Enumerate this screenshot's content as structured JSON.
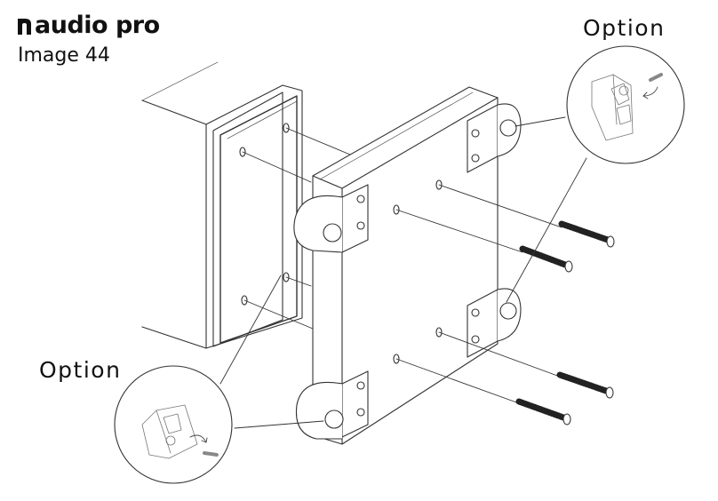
{
  "header": {
    "brand": "audio pro",
    "image_label": "Image 44"
  },
  "callouts": {
    "top_label": "Option",
    "bottom_label": "Option"
  },
  "colors": {
    "line": "#333333",
    "screw_thread": "#222222",
    "background": "#ffffff"
  },
  "icons": [
    "brand-logo-icon",
    "screw-icon",
    "wall-plug-icon",
    "rotate-arrow-icon"
  ]
}
